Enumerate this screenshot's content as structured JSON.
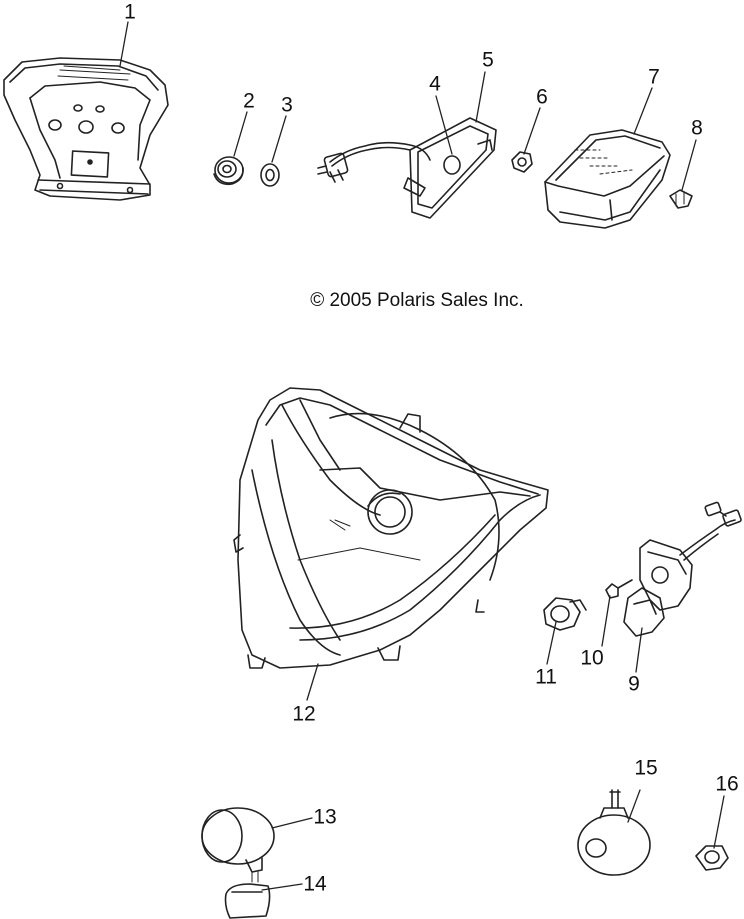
{
  "diagram": {
    "copyright": "© 2005 Polaris Sales Inc.",
    "callouts": [
      {
        "id": "c1",
        "label": "1"
      },
      {
        "id": "c2",
        "label": "2"
      },
      {
        "id": "c3",
        "label": "3"
      },
      {
        "id": "c4",
        "label": "4"
      },
      {
        "id": "c5",
        "label": "5"
      },
      {
        "id": "c6",
        "label": "6"
      },
      {
        "id": "c7",
        "label": "7"
      },
      {
        "id": "c8",
        "label": "8"
      },
      {
        "id": "c9",
        "label": "9"
      },
      {
        "id": "c10",
        "label": "10"
      },
      {
        "id": "c11",
        "label": "11"
      },
      {
        "id": "c12",
        "label": "12"
      },
      {
        "id": "c13",
        "label": "13"
      },
      {
        "id": "c14",
        "label": "14"
      },
      {
        "id": "c15",
        "label": "15"
      },
      {
        "id": "c16",
        "label": "16"
      }
    ]
  }
}
